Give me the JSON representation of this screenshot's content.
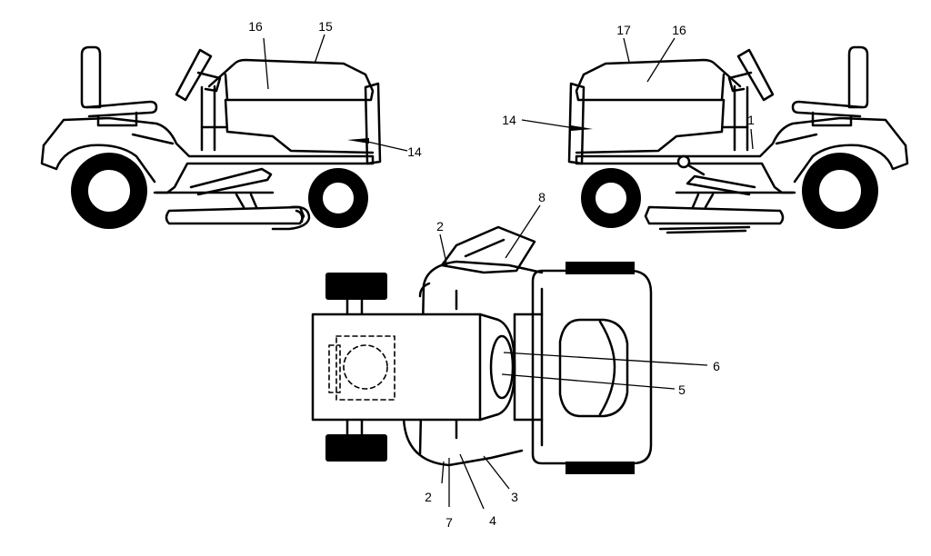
{
  "callouts": {
    "left_view": {
      "c16": "16",
      "c15": "15",
      "c14": "14"
    },
    "right_view": {
      "c17": "17",
      "c16": "16",
      "c14": "14",
      "c1": "1"
    },
    "top_view": {
      "c8": "8",
      "c2_top": "2",
      "c6": "6",
      "c5": "5",
      "c2_bottom": "2",
      "c7": "7",
      "c4": "4",
      "c3": "3"
    }
  },
  "colors": {
    "line": "#000000",
    "background": "#ffffff",
    "tire": "#000000"
  }
}
